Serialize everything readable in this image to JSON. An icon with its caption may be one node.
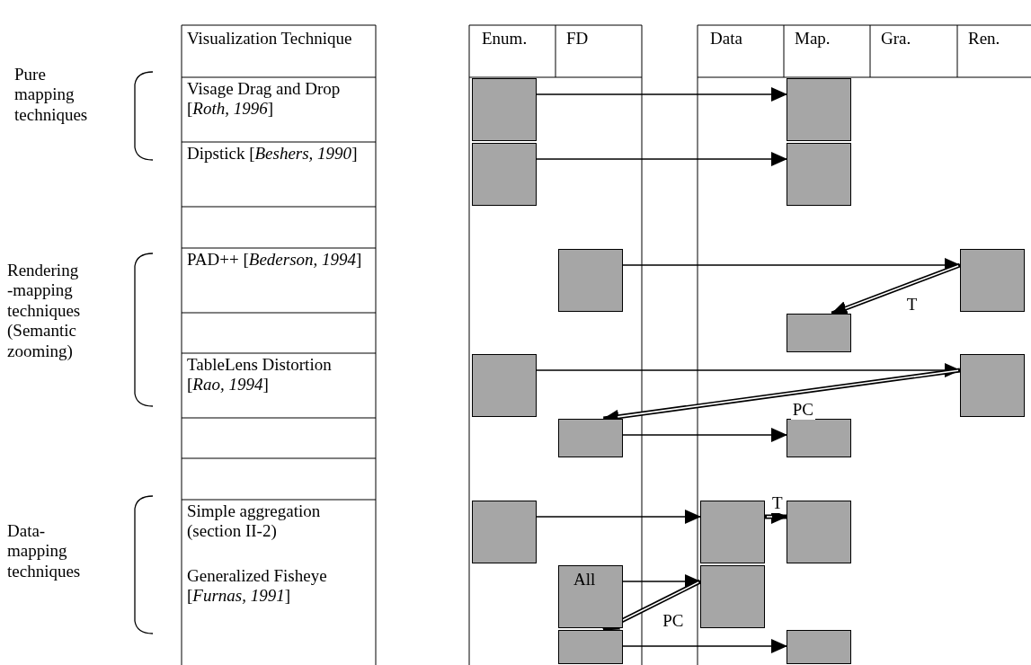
{
  "diagram": {
    "nodes": [
      {
        "text": [],
        "shape": "box"
      },
      {
        "text": [],
        "shape": "box"
      },
      {
        "text": [],
        "shape": "box"
      },
      {
        "text": [],
        "shape": "box"
      },
      {
        "text": [],
        "shape": "box"
      },
      {
        "text": [],
        "shape": "box"
      },
      {
        "text": [],
        "shape": "box"
      },
      {
        "text": [],
        "shape": "box"
      },
      {
        "text": [],
        "shape": "box"
      },
      {
        "text": [],
        "shape": "box"
      },
      {
        "text": [],
        "shape": "box"
      },
      {
        "text": [],
        "shape": "box"
      },
      {
        "text": [],
        "shape": "box"
      },
      {
        "text": [],
        "shape": "box"
      },
      {
        "text": [
          "All"
        ]
      },
      {
        "text": [],
        "shape": "box"
      },
      {
        "text": [],
        "shape": "box"
      },
      {
        "text": [],
        "shape": "box"
      }
    ],
    "edges": [
      {
        "from": 0,
        "to": 1,
        "arrow": "to"
      },
      {
        "from": 2,
        "to": 3,
        "arrow": "to"
      },
      {
        "from": 4,
        "to": 5,
        "arrow": "to"
      },
      {
        "from": 5,
        "to": 6,
        "arrow": "to",
        "label": "T",
        "style": "thick"
      },
      {
        "from": 7,
        "to": 8,
        "arrow": "to"
      },
      {
        "from": 8,
        "to": 9,
        "arrow": "to",
        "label": "PC",
        "style": "thick"
      },
      {
        "from": 9,
        "to": 10,
        "arrow": "to"
      },
      {
        "from": 11,
        "to": 12,
        "arrow": "to"
      },
      {
        "from": 12,
        "to": 13,
        "arrow": "to",
        "label": "T",
        "style": "thick"
      },
      {
        "from": 14,
        "to": 15,
        "arrow": "to"
      },
      {
        "from": 15,
        "to": 16,
        "arrow": "to",
        "label": "PC",
        "style": "thick"
      },
      {
        "from": 16,
        "to": 17,
        "arrow": "to"
      }
    ],
    "labels": [
      "Visualization Technique",
      "Enum.",
      "FD",
      "Data",
      "Map.",
      "Gra.",
      "Ren.",
      "Pure mapping techniques",
      "Visage Drag and Drop [*Roth, 1996*]",
      "Dipstick [*Beshers, 1990*]",
      "Rendering -mapping techniques (Semantic zooming)",
      "PAD++ [*Bederson, 1994*]",
      "TableLens Distortion [*Rao, 1994*]",
      "Data- mapping techniques",
      "Simple aggregation (section II-2)",
      "Generalized Fisheye [*Furnas, 1991*]"
    ]
  }
}
